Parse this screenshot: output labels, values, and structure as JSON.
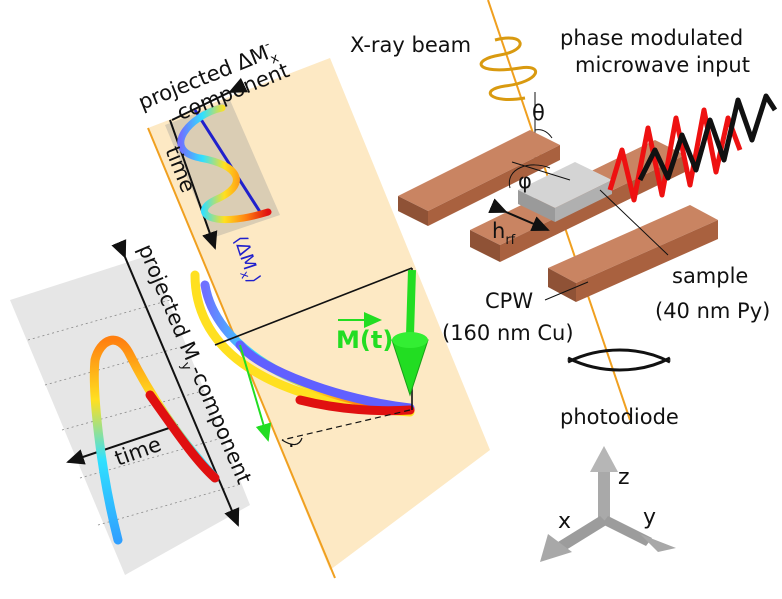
{
  "labels": {
    "xray_beam": "X-ray beam",
    "phase_line1": "phase modulated",
    "phase_line2": "microwave input",
    "theta": "θ",
    "phi": "φ",
    "h": "h",
    "h_sub": "rf",
    "sample_line1": "sample",
    "sample_line2": "(40 nm Py)",
    "cpw_line1": "CPW",
    "cpw_line2": "(160 nm Cu)",
    "photodiode": "photodiode",
    "projected_dm_line1": "projected ΔM",
    "projected_dm_sub": "x",
    "projected_dm_sup": "-",
    "projected_dm_line2": "component",
    "time_top": "time",
    "dm_avg": "⟨ΔM",
    "dm_avg_sub": "x",
    "dm_avg_end": "⟩",
    "projected_my_a": "projected M",
    "projected_my_sub": "y",
    "projected_my_b": "-component",
    "time_left": "time",
    "mt": "M(t)",
    "axis_x": "x",
    "axis_y": "y",
    "axis_z": "z",
    "right_angle": "·"
  },
  "colors": {
    "plane": "#fde9c4",
    "beam": "#f0a020",
    "copper": "#b7704f",
    "copper_top": "#c07a57",
    "copper_side": "#8f5236",
    "sample": "#c8c8c8",
    "magnetization": "#22dd22",
    "avg_line": "#2020cc",
    "wave_red": "#ee1111",
    "wave_black": "#111111",
    "axis_gray": "#a0a0a0"
  }
}
